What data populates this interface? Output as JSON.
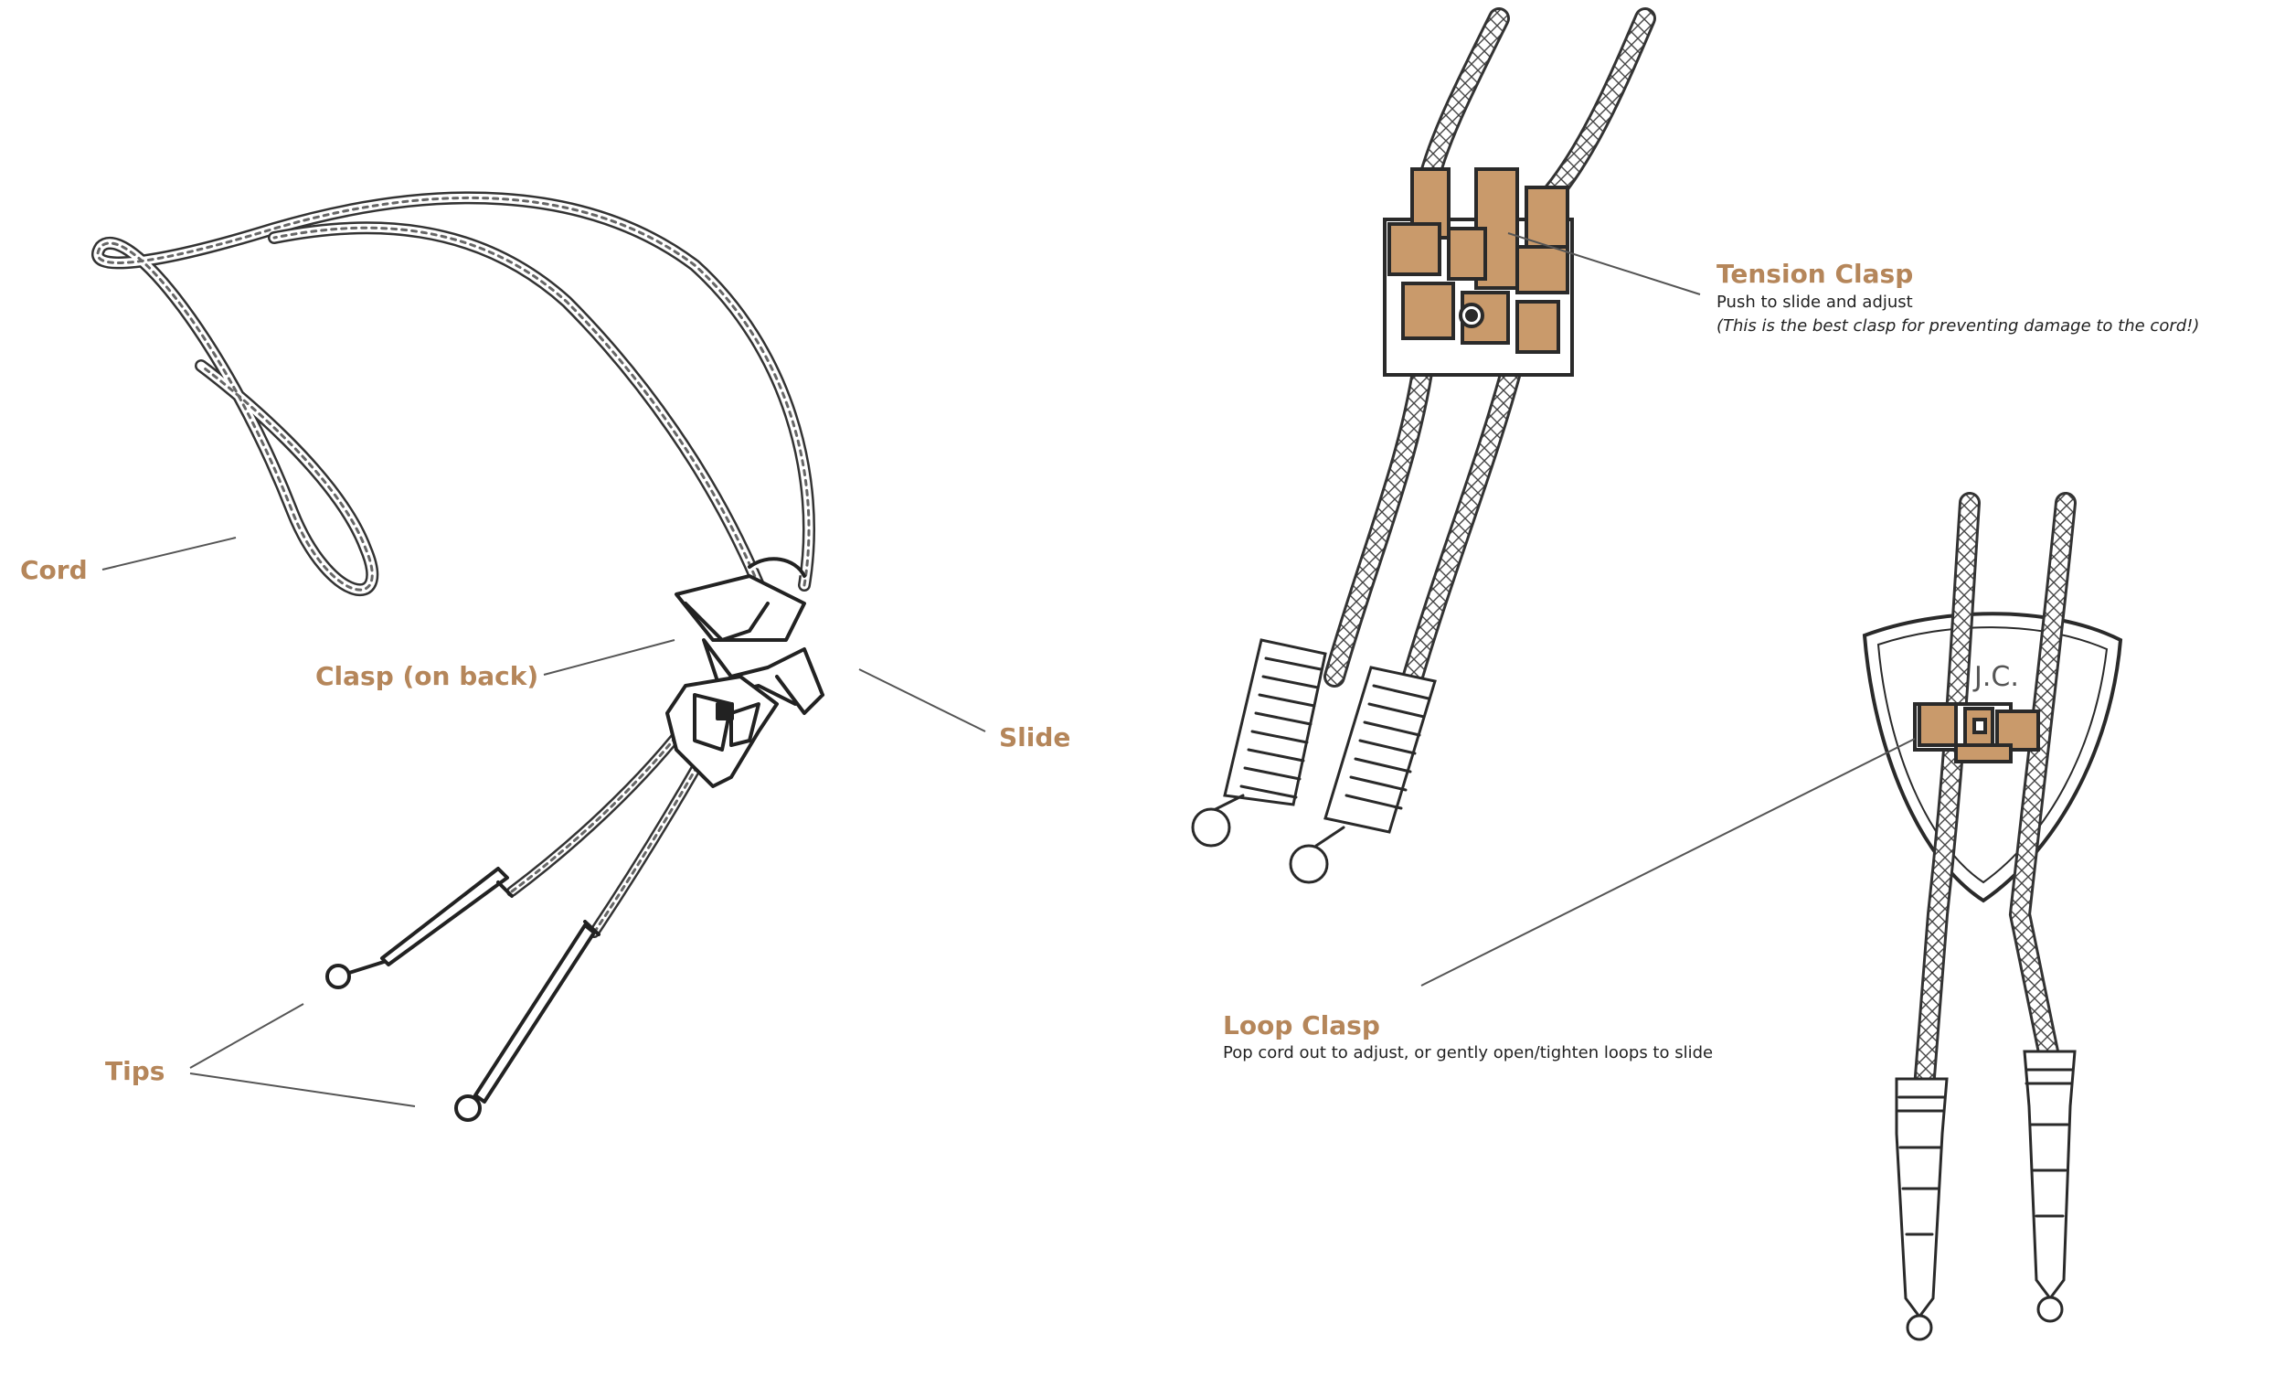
{
  "labels": {
    "cord": "Cord",
    "clasp_on_back": "Clasp (on back)",
    "slide": "Slide",
    "tips": "Tips",
    "tension_clasp": "Tension Clasp",
    "tension_desc": "Push to slide and adjust",
    "tension_note": "(This is the best clasp for preventing damage to the cord!)",
    "loop_clasp": "Loop Clasp",
    "loop_desc": "Pop cord out to adjust, or gently open/tighten loops to slide",
    "slide_engraving": "J.C."
  },
  "colors": {
    "label": "#b5865a",
    "clasp_fill": "#c99a6b",
    "ink": "#2a2a2a",
    "leader": "#555555"
  }
}
